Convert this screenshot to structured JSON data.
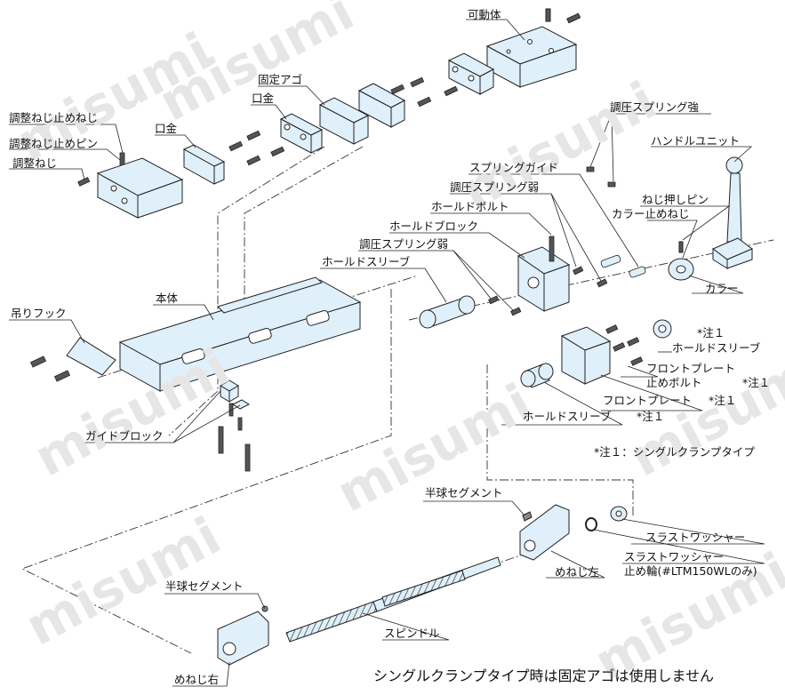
{
  "watermark": "misumi",
  "colors": {
    "part_fill": "#dff0fb",
    "part_stroke": "#222222",
    "leader": "#222222",
    "screw": "#555555"
  },
  "labels": {
    "movable_body": "可動体",
    "fixed_jaw": "固定アゴ",
    "mouthpiece_top": "口金",
    "mouthpiece_left": "口金",
    "adj_screw_stop_screw": "調整ねじ止めねじ",
    "adj_screw_stop_pin": "調整ねじ止めピン",
    "adj_screw": "調整ねじ",
    "adj_spring_strong": "調圧スプリング強",
    "handle_unit": "ハンドルユニット",
    "spring_guide": "スプリングガイド",
    "adj_spring_weak_1": "調圧スプリング弱",
    "screw_push_pin": "ねじ押しピン",
    "collar_stop_screw": "カラー止めねじ",
    "hold_bolt": "ホールドボルト",
    "hold_block": "ホールドブロック",
    "adj_spring_weak_2": "調圧スプリング弱",
    "hold_sleeve_left": "ホールドスリーブ",
    "collar": "カラー",
    "main_body": "本体",
    "lifting_hook": "吊りフック",
    "note1_a": "*注１",
    "hold_sleeve_right": "ホールドスリーブ",
    "front_plate_stop_bolt_1": "フロントプレート",
    "front_plate_stop_bolt_2": "止めボルト",
    "note1_b": "*注１",
    "front_plate": "フロントプレート",
    "note1_c": "*注１",
    "hold_sleeve_bottom": "ホールドスリーブ",
    "note1_d": "*注１",
    "guide_block": "ガイドブロック",
    "note1_def": "*注１：シングルクランプタイプ",
    "hemisphere_segment_top": "半球セグメント",
    "thrust_washer": "スラストワッシャー",
    "thrust_washer_retainer_1": "スラストワッシャー",
    "thrust_washer_retainer_2": "止め輪(#LTM150WLのみ)",
    "female_thread_left": "めねじ左",
    "hemisphere_segment_bottom": "半球セグメント",
    "spindle": "スピンドル",
    "female_thread_right": "めねじ右"
  },
  "footnote": "シングルクランプタイプ時は固定アゴは使用しません"
}
